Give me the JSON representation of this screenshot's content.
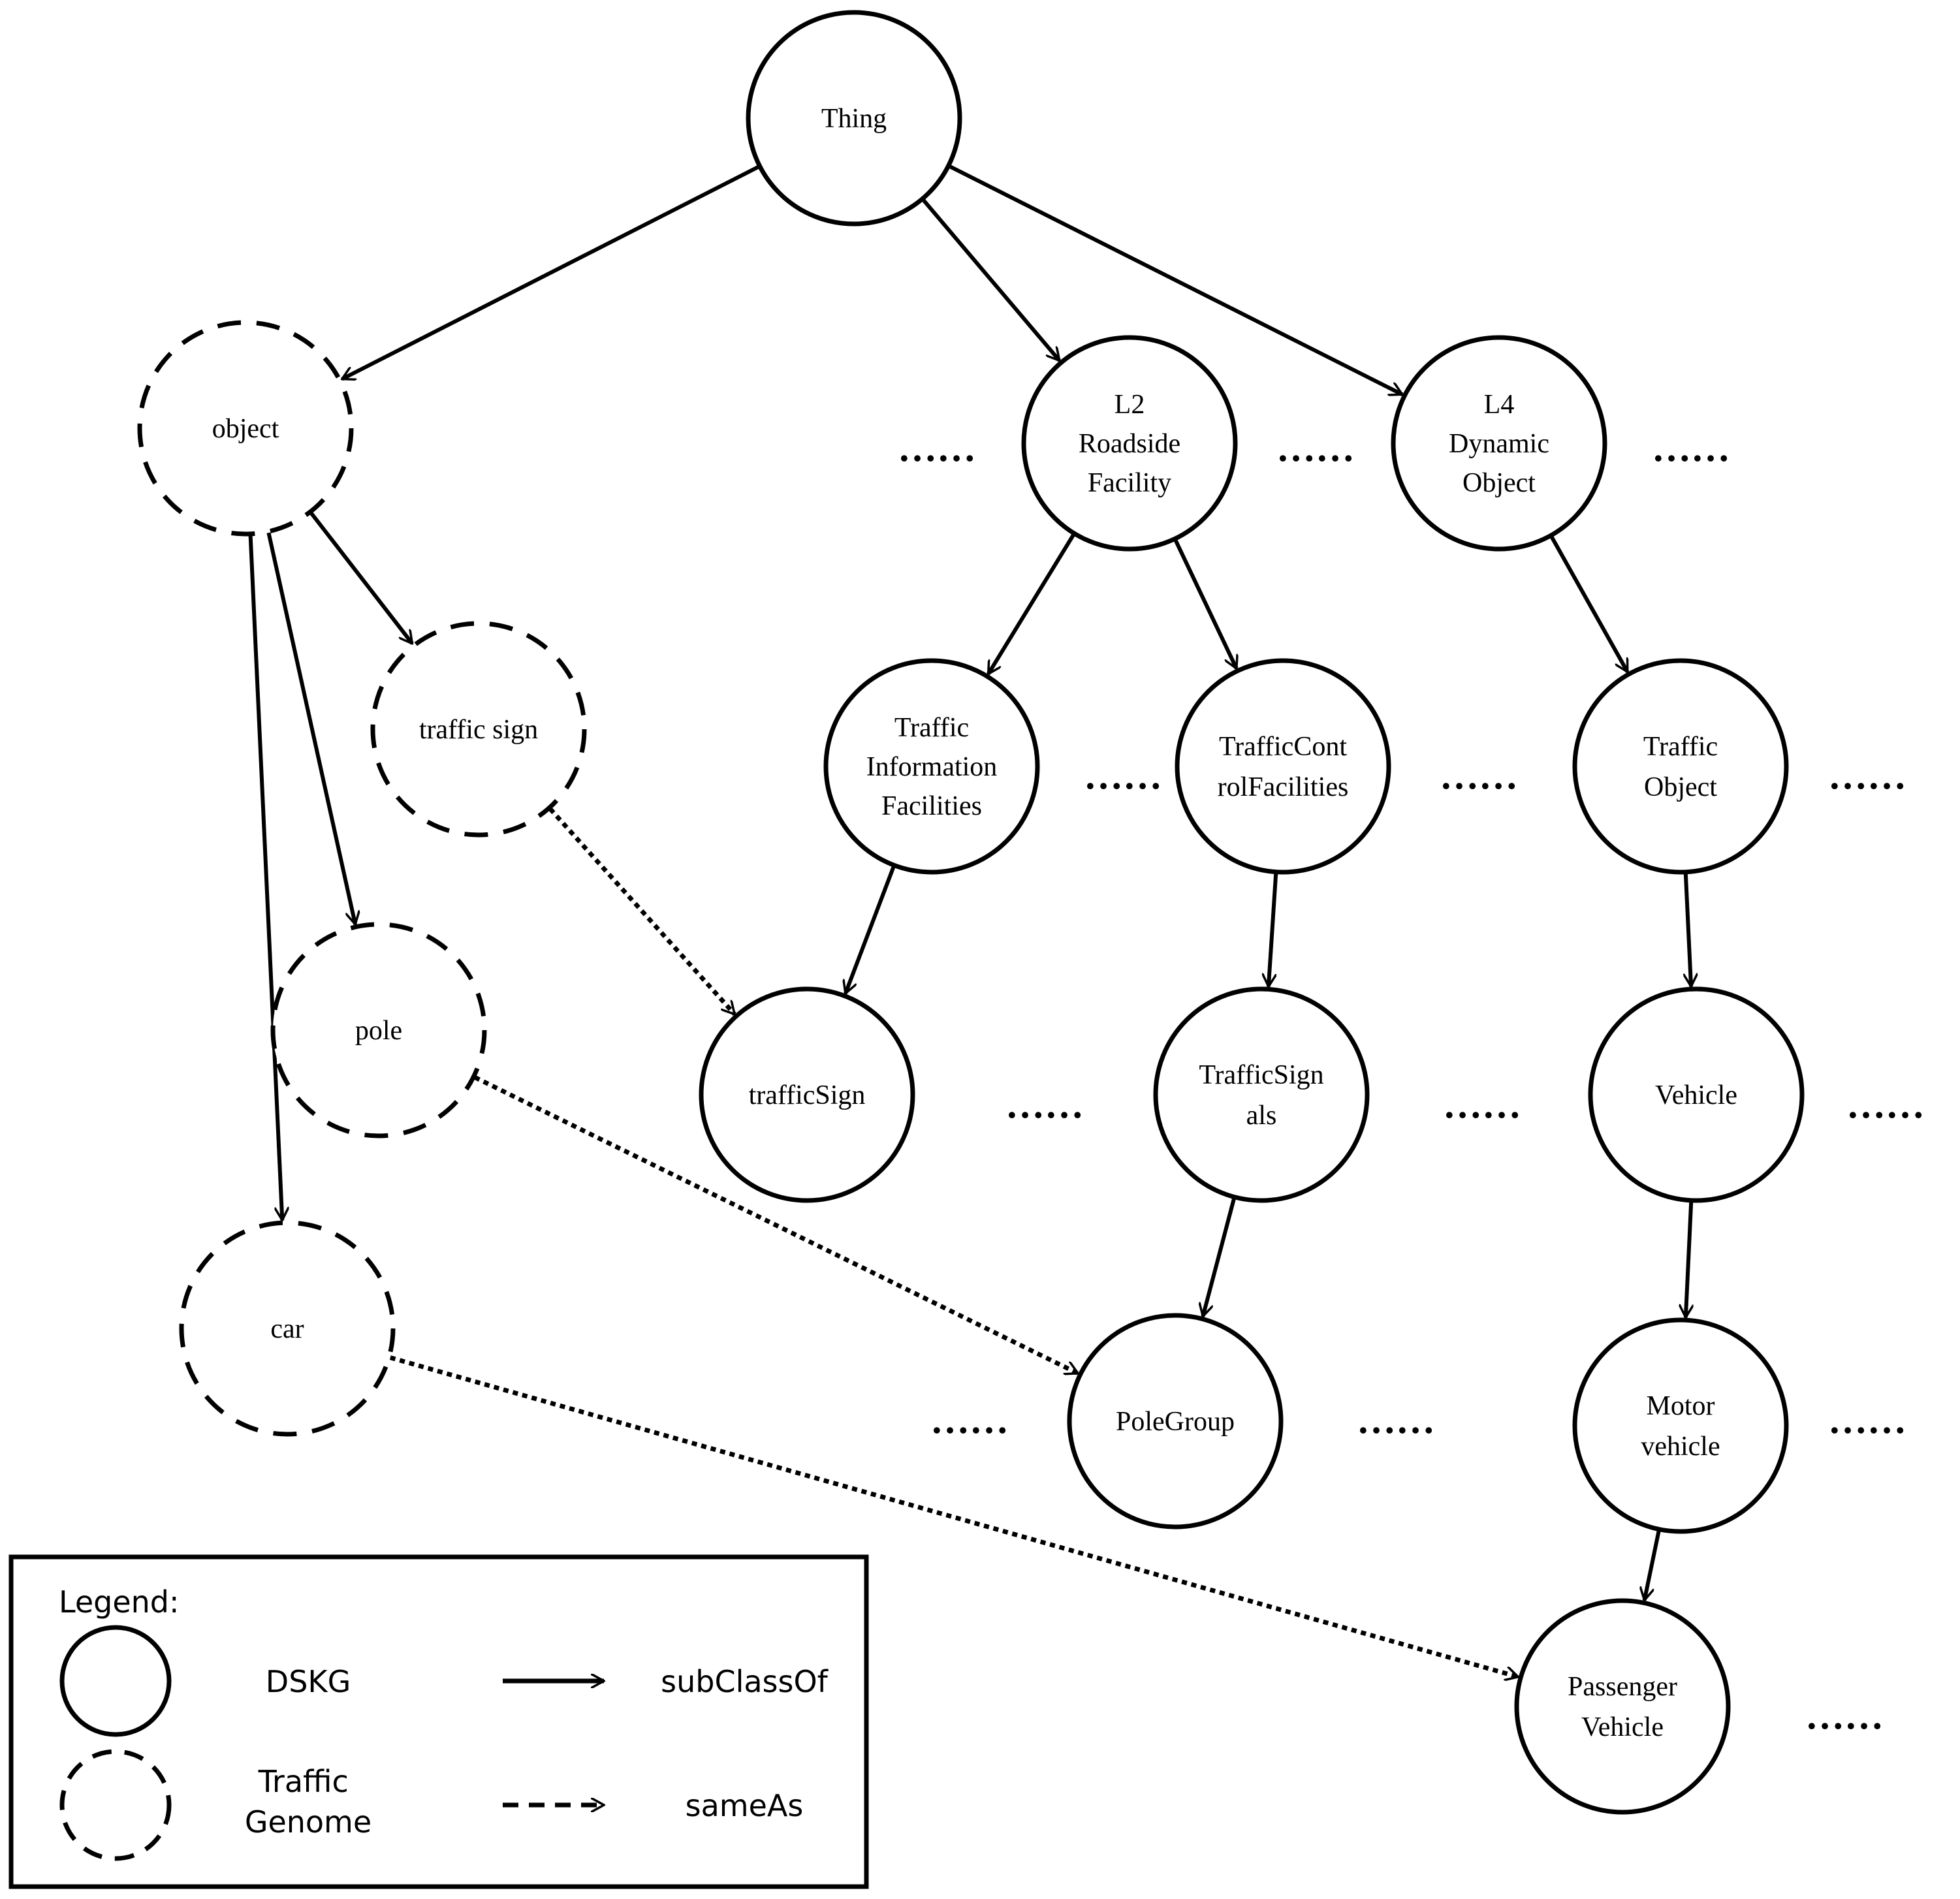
{
  "diagram": {
    "nodes": {
      "thing": {
        "label": [
          "Thing"
        ],
        "style": "DSKG"
      },
      "object": {
        "label": [
          "object"
        ],
        "style": "Traffic Genome"
      },
      "traffic_sign_tg": {
        "label": [
          "traffic sign"
        ],
        "style": "Traffic Genome"
      },
      "pole": {
        "label": [
          "pole"
        ],
        "style": "Traffic Genome"
      },
      "car": {
        "label": [
          "car"
        ],
        "style": "Traffic Genome"
      },
      "l2": {
        "label": [
          "L2",
          "Roadside",
          "Facility"
        ],
        "style": "DSKG"
      },
      "l4": {
        "label": [
          "L4",
          "Dynamic",
          "Object"
        ],
        "style": "DSKG"
      },
      "tif": {
        "label": [
          "Traffic",
          "Information",
          "Facilities"
        ],
        "style": "DSKG"
      },
      "tcf": {
        "label": [
          "TrafficCont",
          "rolFacilities"
        ],
        "style": "DSKG"
      },
      "tobj": {
        "label": [
          "Traffic",
          "Object"
        ],
        "style": "DSKG"
      },
      "trafficSign": {
        "label": [
          "trafficSign"
        ],
        "style": "DSKG"
      },
      "signals": {
        "label": [
          "TrafficSign",
          "als"
        ],
        "style": "DSKG"
      },
      "vehicle": {
        "label": [
          "Vehicle"
        ],
        "style": "DSKG"
      },
      "polegroup": {
        "label": [
          "PoleGroup"
        ],
        "style": "DSKG"
      },
      "motor": {
        "label": [
          "Motor",
          "vehicle"
        ],
        "style": "DSKG"
      },
      "passenger": {
        "label": [
          "Passenger",
          "Vehicle"
        ],
        "style": "DSKG"
      }
    },
    "edges": [
      {
        "from": "thing",
        "to": "object",
        "relation": "subClassOf"
      },
      {
        "from": "thing",
        "to": "l2",
        "relation": "subClassOf"
      },
      {
        "from": "thing",
        "to": "l4",
        "relation": "subClassOf"
      },
      {
        "from": "object",
        "to": "traffic_sign_tg",
        "relation": "subClassOf"
      },
      {
        "from": "object",
        "to": "pole",
        "relation": "subClassOf"
      },
      {
        "from": "object",
        "to": "car",
        "relation": "subClassOf"
      },
      {
        "from": "l2",
        "to": "tif",
        "relation": "subClassOf"
      },
      {
        "from": "l2",
        "to": "tcf",
        "relation": "subClassOf"
      },
      {
        "from": "l4",
        "to": "tobj",
        "relation": "subClassOf"
      },
      {
        "from": "tif",
        "to": "trafficSign",
        "relation": "subClassOf"
      },
      {
        "from": "tcf",
        "to": "signals",
        "relation": "subClassOf"
      },
      {
        "from": "tobj",
        "to": "vehicle",
        "relation": "subClassOf"
      },
      {
        "from": "signals",
        "to": "polegroup",
        "relation": "subClassOf"
      },
      {
        "from": "vehicle",
        "to": "motor",
        "relation": "subClassOf"
      },
      {
        "from": "motor",
        "to": "passenger",
        "relation": "subClassOf"
      },
      {
        "from": "traffic_sign_tg",
        "to": "trafficSign",
        "relation": "sameAs"
      },
      {
        "from": "pole",
        "to": "polegroup",
        "relation": "sameAs"
      },
      {
        "from": "car",
        "to": "passenger",
        "relation": "sameAs"
      }
    ],
    "ellipsis": "……"
  },
  "legend": {
    "title": "Legend:",
    "dskg": "DSKG",
    "traffic_genome": [
      "Traffic",
      "Genome"
    ],
    "subclassof": "subClassOf",
    "sameas": "sameAs"
  }
}
